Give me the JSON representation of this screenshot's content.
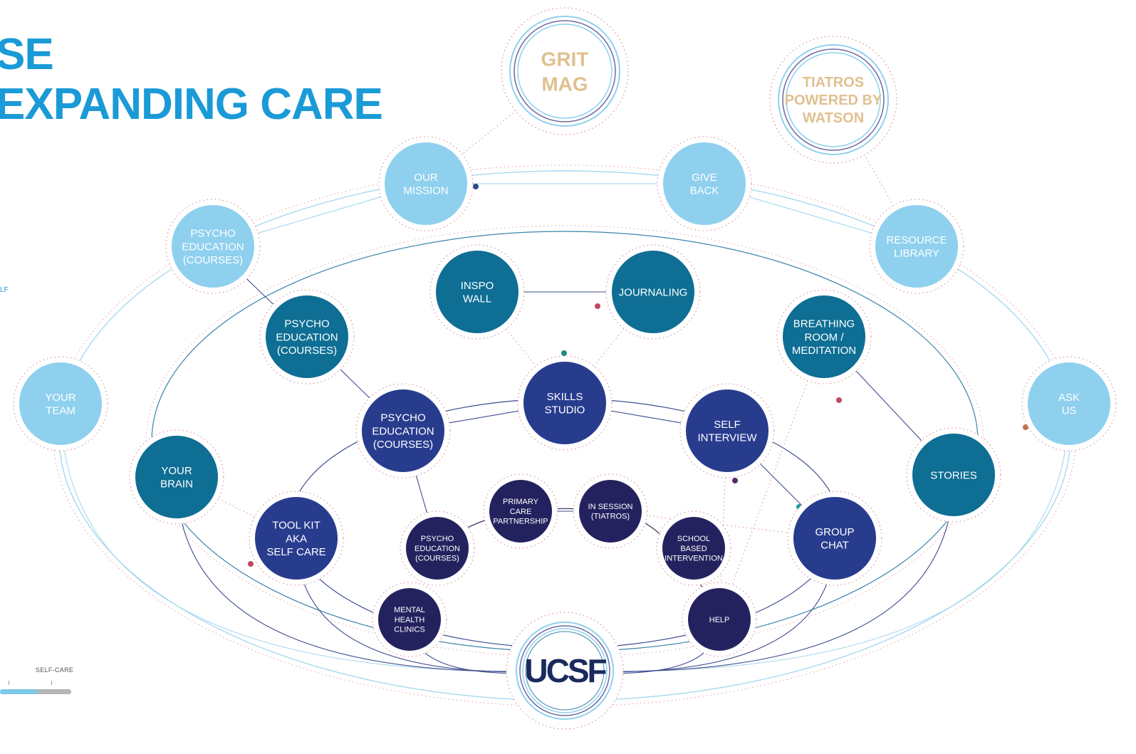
{
  "header": {
    "title_line1": "SE",
    "title_line2": "EXPANDING CARE",
    "side_fragment": "LF"
  },
  "legend": {
    "label": "SELF-CARE"
  },
  "colors": {
    "outer_ring": "#8fd0ee",
    "light_blue": "#5ab3e0",
    "teal": "#0e6e94",
    "blue": "#283c8e",
    "navy": "#24225e",
    "gold_text": "#e0c090",
    "title_blue": "#1a9ad6",
    "dot_red": "#c0485e"
  },
  "hub": {
    "logo_text": "UCSF"
  },
  "top_nodes": [
    {
      "id": "grit-mag",
      "lines": [
        "GRIT",
        "MAG"
      ]
    },
    {
      "id": "tiatros-watson",
      "lines": [
        "TIATROS",
        "POWERED BY",
        "WATSON"
      ]
    }
  ],
  "nodes": [
    {
      "id": "our-mission",
      "lines": [
        "OUR",
        "MISSION"
      ],
      "tier": "outer"
    },
    {
      "id": "give-back",
      "lines": [
        "GIVE",
        "BACK"
      ],
      "tier": "outer"
    },
    {
      "id": "psycho-education-outer",
      "lines": [
        "PSYCHO",
        "EDUCATION",
        "(COURSES)"
      ],
      "tier": "outer"
    },
    {
      "id": "resource-library",
      "lines": [
        "RESOURCE",
        "LIBRARY"
      ],
      "tier": "outer"
    },
    {
      "id": "your-team",
      "lines": [
        "YOUR",
        "TEAM"
      ],
      "tier": "outer"
    },
    {
      "id": "ask-us",
      "lines": [
        "ASK",
        "US"
      ],
      "tier": "outer"
    },
    {
      "id": "inspo-wall",
      "lines": [
        "INSPO",
        "WALL"
      ],
      "tier": "teal"
    },
    {
      "id": "journaling",
      "lines": [
        "JOURNALING"
      ],
      "tier": "teal"
    },
    {
      "id": "psycho-education-teal",
      "lines": [
        "PSYCHO",
        "EDUCATION",
        "(COURSES)"
      ],
      "tier": "teal"
    },
    {
      "id": "breathing-room",
      "lines": [
        "BREATHING",
        "ROOM /",
        "MEDITATION"
      ],
      "tier": "teal"
    },
    {
      "id": "your-brain",
      "lines": [
        "YOUR",
        "BRAIN"
      ],
      "tier": "teal"
    },
    {
      "id": "stories",
      "lines": [
        "STORIES"
      ],
      "tier": "teal"
    },
    {
      "id": "skills-studio",
      "lines": [
        "SKILLS",
        "STUDIO"
      ],
      "tier": "blue"
    },
    {
      "id": "psycho-education-blue",
      "lines": [
        "PSYCHO",
        "EDUCATION",
        "(COURSES)"
      ],
      "tier": "blue"
    },
    {
      "id": "self-interview",
      "lines": [
        "SELF",
        "INTERVIEW"
      ],
      "tier": "blue"
    },
    {
      "id": "tool-kit",
      "lines": [
        "TOOL KIT",
        "AKA",
        "SELF CARE"
      ],
      "tier": "blue"
    },
    {
      "id": "group-chat",
      "lines": [
        "GROUP",
        "CHAT"
      ],
      "tier": "blue"
    },
    {
      "id": "primary-care",
      "lines": [
        "PRIMARY",
        "CARE",
        "PARTNERSHIP"
      ],
      "tier": "navy"
    },
    {
      "id": "in-session",
      "lines": [
        "IN SESSION",
        "(TIATROS)"
      ],
      "tier": "navy"
    },
    {
      "id": "psycho-education-navy",
      "lines": [
        "PSYCHO",
        "EDUCATION",
        "(COURSES)"
      ],
      "tier": "navy"
    },
    {
      "id": "school-based",
      "lines": [
        "SCHOOL",
        "BASED",
        "INTERVENTION"
      ],
      "tier": "navy"
    },
    {
      "id": "mental-health-clinics",
      "lines": [
        "MENTAL",
        "HEALTH",
        "CLINICS"
      ],
      "tier": "navy"
    },
    {
      "id": "help",
      "lines": [
        "HELP"
      ],
      "tier": "navy"
    }
  ]
}
